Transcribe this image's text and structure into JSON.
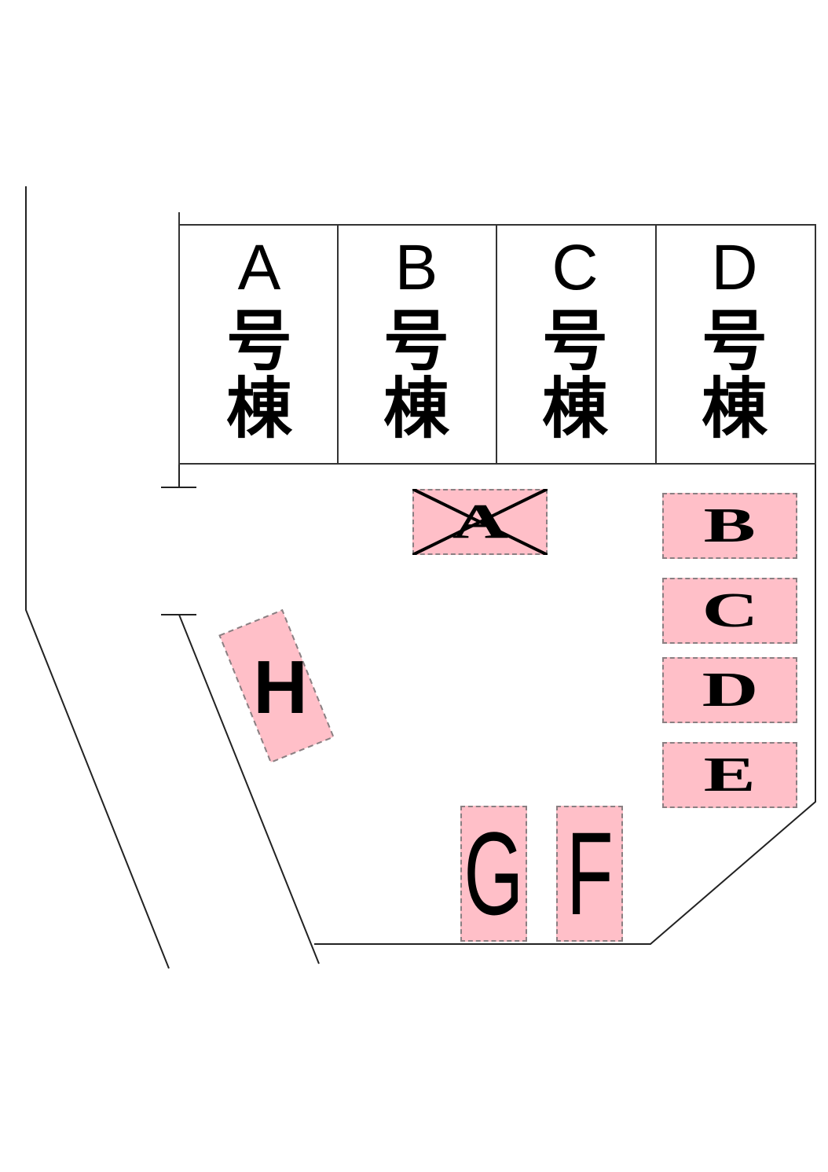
{
  "diagram": {
    "type": "parking-lot-site-plan",
    "colors": {
      "spot_fill": "#ffbfc8",
      "spot_border": "#8a7f82",
      "line": "#222222",
      "background": "#ffffff"
    },
    "buildings": [
      {
        "letter": "A",
        "kanji_1": "号",
        "kanji_2": "棟"
      },
      {
        "letter": "B",
        "kanji_1": "号",
        "kanji_2": "棟"
      },
      {
        "letter": "C",
        "kanji_1": "号",
        "kanji_2": "棟"
      },
      {
        "letter": "D",
        "kanji_1": "号",
        "kanji_2": "棟"
      }
    ],
    "parking_spots": [
      {
        "id": "A",
        "status": "unavailable (crossed out)"
      },
      {
        "id": "B",
        "status": "available"
      },
      {
        "id": "C",
        "status": "available"
      },
      {
        "id": "D",
        "status": "available"
      },
      {
        "id": "E",
        "status": "available"
      },
      {
        "id": "F",
        "status": "available"
      },
      {
        "id": "G",
        "status": "available"
      },
      {
        "id": "H",
        "status": "available"
      }
    ]
  }
}
